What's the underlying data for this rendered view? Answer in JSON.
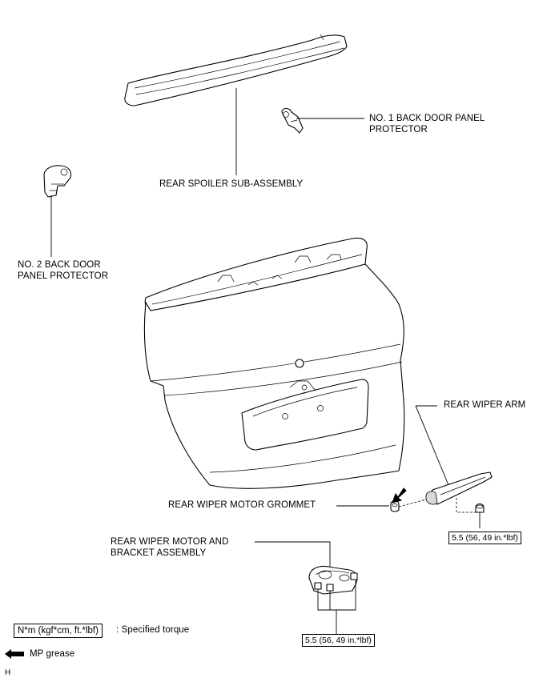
{
  "labels": {
    "rear_spoiler": "REAR SPOILER SUB-ASSEMBLY",
    "no1_protector": "NO. 1 BACK DOOR PANEL\nPROTECTOR",
    "no2_protector": "NO. 2 BACK DOOR\nPANEL PROTECTOR",
    "rear_wiper_arm": "REAR WIPER ARM",
    "rear_wiper_motor_grommet": "REAR WIPER MOTOR GROMMET",
    "rear_wiper_motor_bracket": "REAR WIPER MOTOR AND\nBRACKET ASSEMBLY"
  },
  "torque": {
    "wiper_arm_nut": "5.5 (56, 49 in.*lbf)",
    "motor_bolts": "5.5 (56, 49 in.*lbf)"
  },
  "legend": {
    "torque_unit_box": "N*m (kgf*cm, ft.*lbf)",
    "torque_desc": ": Specified torque",
    "grease_desc": "MP grease"
  },
  "footer": {
    "code": "H"
  }
}
